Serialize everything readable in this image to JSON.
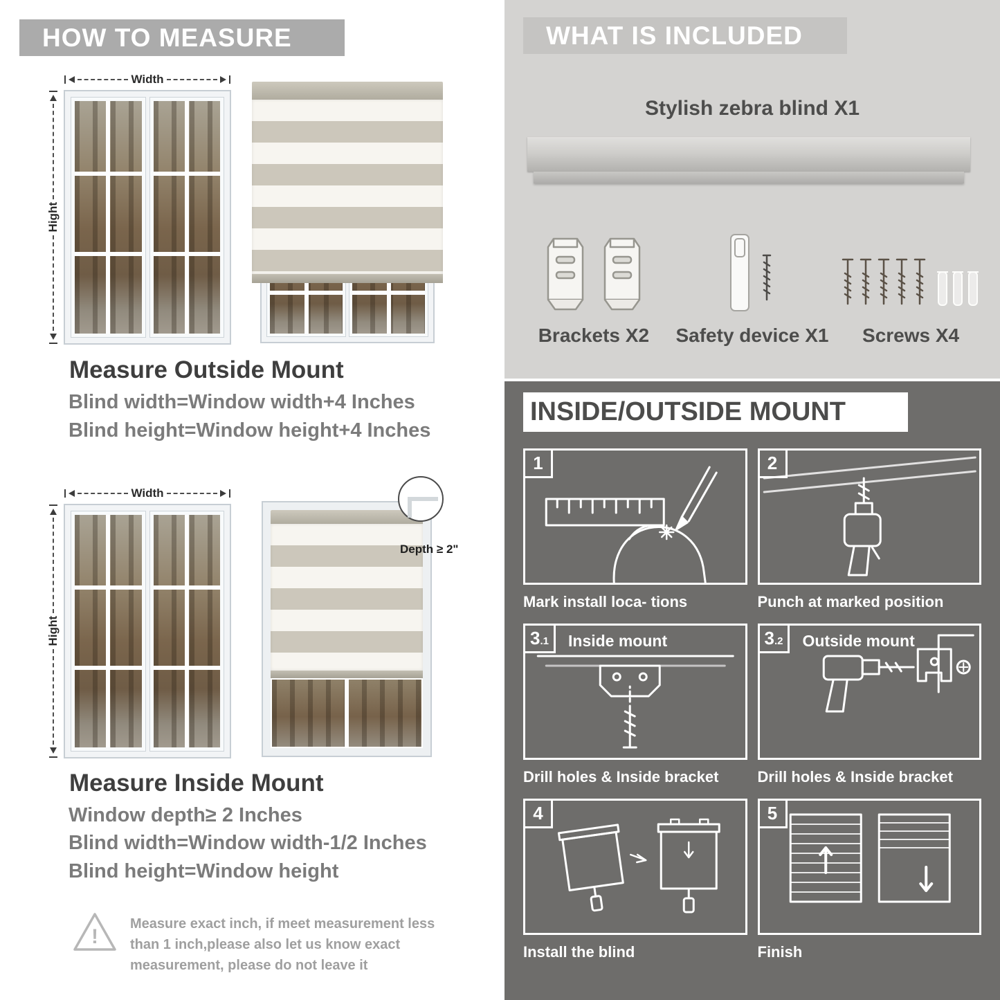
{
  "colors": {
    "left_header_bg": "#ababab",
    "light_section_bg": "#d4d3d1",
    "light_header_bg": "#c5c4c2",
    "dark_section_bg": "#6e6d6b",
    "title_text": "#3e3e3e",
    "body_text": "#7b7b7b",
    "white": "#ffffff"
  },
  "left": {
    "header": "HOW TO MEASURE",
    "outside": {
      "width_label": "Width",
      "height_label": "Hight",
      "title": "Measure Outside Mount",
      "lines": [
        "Blind width=Window width+4 Inches",
        "Blind height=Window height+4 Inches"
      ]
    },
    "inside": {
      "width_label": "Width",
      "height_label": "Hight",
      "depth_label": "Depth ≥ 2\"",
      "title": "Measure Inside Mount",
      "lines": [
        "Window depth≥ 2 Inches",
        "Blind width=Window width-1/2 Inches",
        "Blind height=Window height"
      ]
    },
    "warning": {
      "icon_glyph": "!",
      "text": "Measure exact inch, if meet measurement less than 1 inch,please also let us know exact measurement, please do not leave it"
    }
  },
  "right": {
    "included": {
      "header": "WHAT IS INCLUDED",
      "blind_label": "Stylish zebra blind X1",
      "items": [
        {
          "name": "brackets",
          "label": "Brackets X2"
        },
        {
          "name": "safety-device",
          "label": "Safety device X1"
        },
        {
          "name": "screws",
          "label": "Screws X4"
        }
      ]
    },
    "mount": {
      "header": "INSIDE/OUTSIDE MOUNT",
      "steps": [
        {
          "num": "1",
          "caption": "Mark install loca- tions"
        },
        {
          "num": "2",
          "caption": "Punch at  marked position"
        },
        {
          "num": "3",
          "sub": ".1",
          "title": "Inside mount",
          "caption": "Drill holes &  Inside bracket"
        },
        {
          "num": "3",
          "sub": ".2",
          "title": "Outside mount",
          "caption": "Drill holes &  Inside bracket"
        },
        {
          "num": "4",
          "caption": "Install the blind"
        },
        {
          "num": "5",
          "caption": "Finish"
        }
      ]
    }
  }
}
